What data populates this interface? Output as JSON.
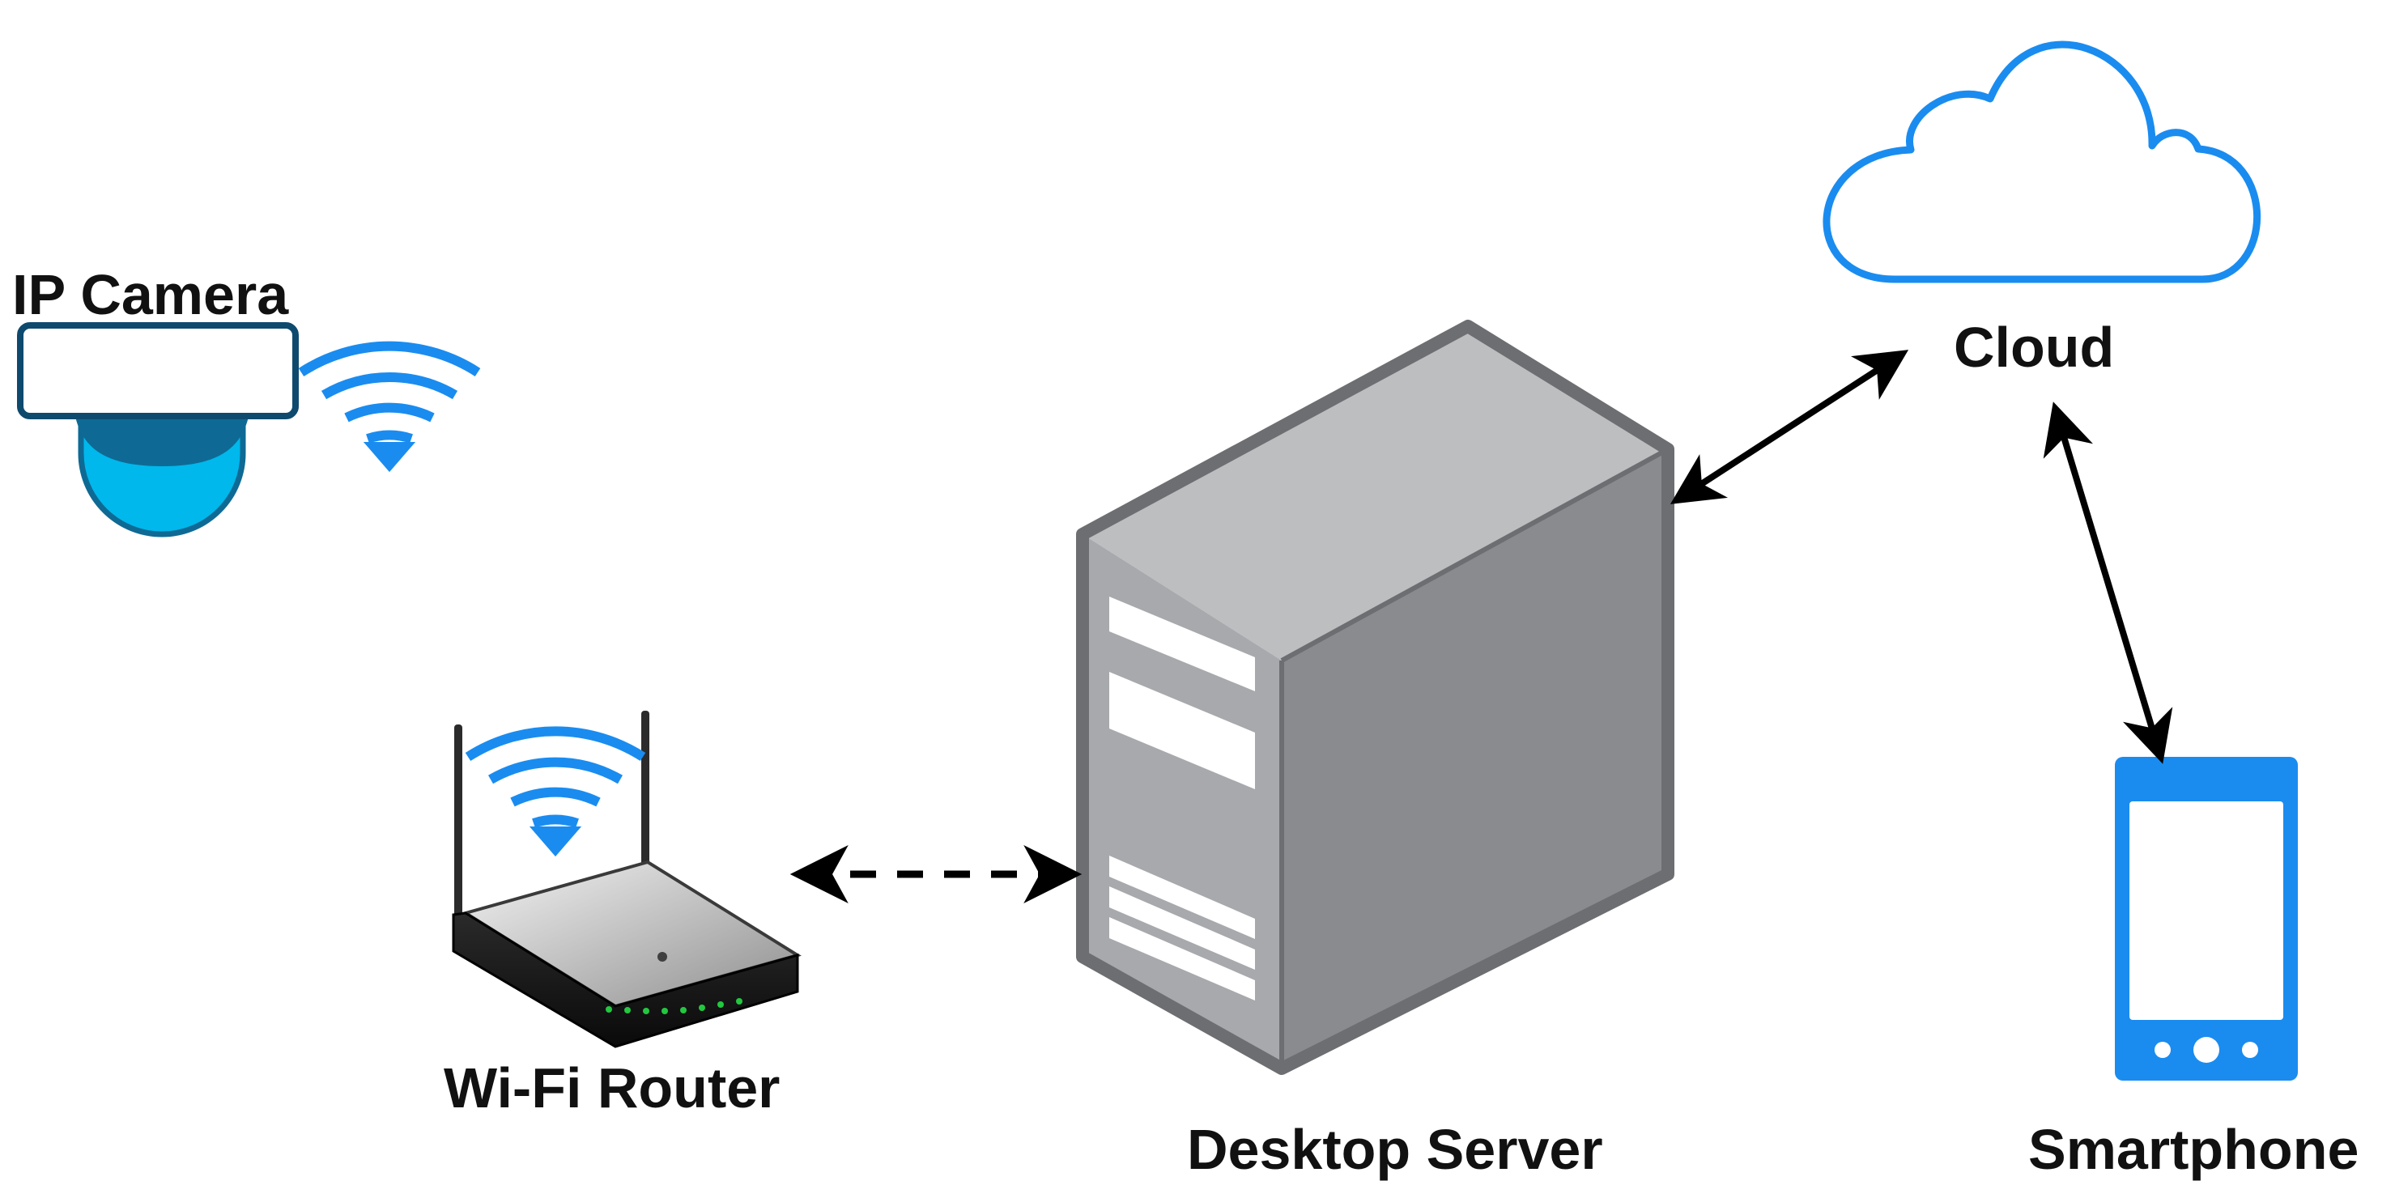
{
  "nodes": {
    "ip_camera": {
      "label": "IP Camera",
      "icon": "ip-camera-icon"
    },
    "wifi_router": {
      "label": "Wi-Fi Router",
      "icon": "wifi-router-icon"
    },
    "desktop_server": {
      "label": "Desktop Server",
      "icon": "desktop-server-icon"
    },
    "cloud": {
      "label": "Cloud",
      "icon": "cloud-icon"
    },
    "smartphone": {
      "label": "Smartphone",
      "icon": "smartphone-icon"
    }
  },
  "connections": [
    {
      "from": "wifi_router",
      "to": "desktop_server",
      "style": "dashed",
      "direction": "bidirectional"
    },
    {
      "from": "desktop_server",
      "to": "cloud",
      "style": "solid",
      "direction": "bidirectional"
    },
    {
      "from": "cloud",
      "to": "smartphone",
      "style": "solid",
      "direction": "bidirectional"
    }
  ],
  "colors": {
    "wifi_blue": "#1A8CF0",
    "camera_dome": "#00B8EC",
    "camera_dome_dark": "#0E6A94",
    "server_front": "#A7A9AC",
    "server_side": "#898B8E",
    "server_top": "#BCBEC0",
    "server_outline": "#6D6E71",
    "router_led": "#22C840",
    "arrow": "#000000"
  }
}
